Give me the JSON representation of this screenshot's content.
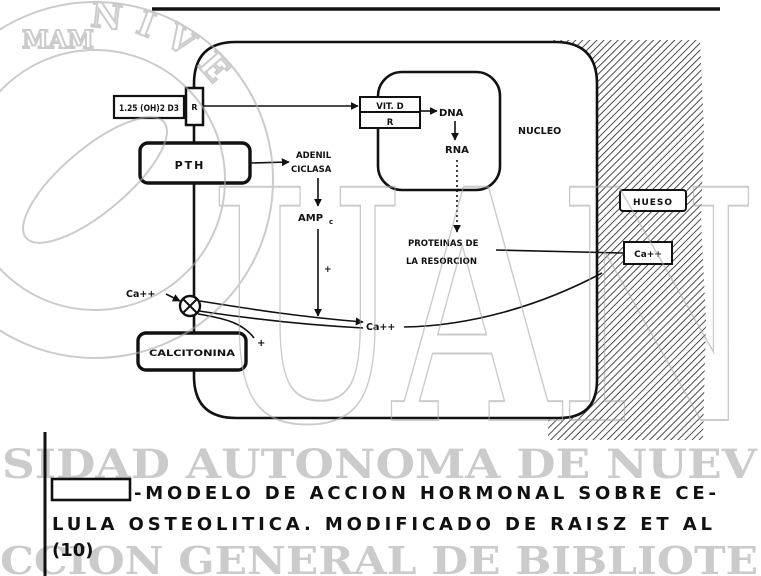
{
  "figure": {
    "ligand": "1.25 (OH)2 D3",
    "membrane_receptor": "R",
    "vit_d_receptor_complex": {
      "top": "VIT. D",
      "bottom": "R"
    },
    "dna": "DNA",
    "rna": "RNA",
    "nucleus": "NUCLEO",
    "pth": "PTH",
    "adenyl_cyclase": [
      "ADENIL",
      "CICLASA"
    ],
    "camp": {
      "base": "AMP",
      "subscript": "c"
    },
    "plus_camp": "+",
    "resorption_proteins": [
      "PROTEINAS DE",
      "LA RESORCION"
    ],
    "bone": "HUESO",
    "calcium_bone": "Ca++",
    "calcium_entry": "Ca++",
    "calcium_cytosol": "Ca++",
    "calcitonin": "CALCITONINA",
    "plus_calcitonin": "+"
  },
  "caption": {
    "line_1": "-MODELO DE ACCION HORMONAL SOBRE CE-",
    "line_2": "LULA OSTEOLITICA. MODIFICADO DE RAISZ ET AL",
    "line_3": "(10)"
  },
  "watermark": {
    "seal_arc": "NIVE",
    "seal_motto_fragment": "MAM",
    "monogram": "UAN",
    "band_upper": "SIDAD AUTONOMA DE NUEV",
    "band_lower": "CCION GENERAL DE BIBLIOTE"
  },
  "colors": {
    "ink": "#111111",
    "hatch": "#2b2b2b",
    "watermark": "#a9a9a9",
    "paper": "#ffffff"
  }
}
